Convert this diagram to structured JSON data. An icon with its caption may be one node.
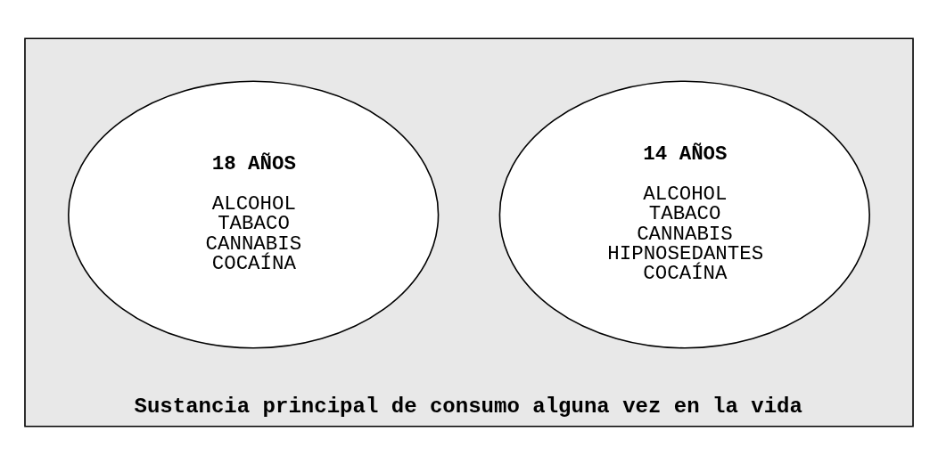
{
  "diagram": {
    "nodes": [
      {
        "text": [
          "Sustancia principal de consumo alguna vez en la vida"
        ]
      },
      {
        "text": [
          "14 AÑOS",
          "ALCOHOL TABACO CANNABIS HIPNOSEDANTES COCAÍNA"
        ],
        "in": 0
      },
      {
        "text": [
          "18 AÑOS",
          "ALCOHOL TABACO CANNABIS COCAÍNA"
        ],
        "in": 0
      }
    ]
  }
}
